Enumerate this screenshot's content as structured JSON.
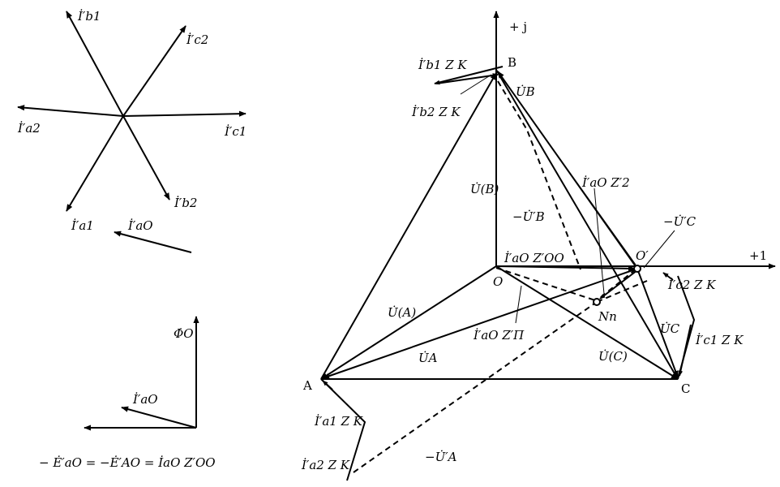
{
  "left_star": {
    "Ib1": "İ′b1",
    "Ic2": "İ′c2",
    "Ia2": "İ′a2",
    "Ic1": "İ′c1",
    "Ia1": "İ′a1",
    "Ib2": "İ′b2",
    "IaO": "İ′aO"
  },
  "bottom_left": {
    "Phi": "Φ̇O",
    "IaO": "İ′aO",
    "equation": "− Ė′aO = −Ė′AO = İaO Z′OO"
  },
  "main": {
    "axis_j": "+ j",
    "axis_1": "+1",
    "pt_B": "B",
    "pt_A": "A",
    "pt_C": "C",
    "pt_O": "O",
    "pt_O2": "O′",
    "pt_Nn": "Nn",
    "Ib1Zk": "İ′b1 Z K",
    "Ib2Zk": "İ′b2 Z K",
    "UB": "U̇B",
    "U_B_": "U̇(B)",
    "minusUB": "−U̇′B",
    "IaOZ2": "İ′aO Z′2",
    "minusUC": "−U̇′C",
    "IaOZoo": "İ′aO Z′OO",
    "Ic2Zk": "İ′c2 Z K",
    "U_A_": "U̇(A)",
    "IaOZp": "İ′aO Z′П",
    "UC": "U̇C",
    "Ic1Zk": "İ′c1 Z K",
    "UA": "U̇A",
    "U_C_": "U̇(C)",
    "Ia1Zk": "İ′a1 Z K",
    "Ia2Zk": "İ′a2 Z K",
    "minusUA": "−U̇′A"
  }
}
